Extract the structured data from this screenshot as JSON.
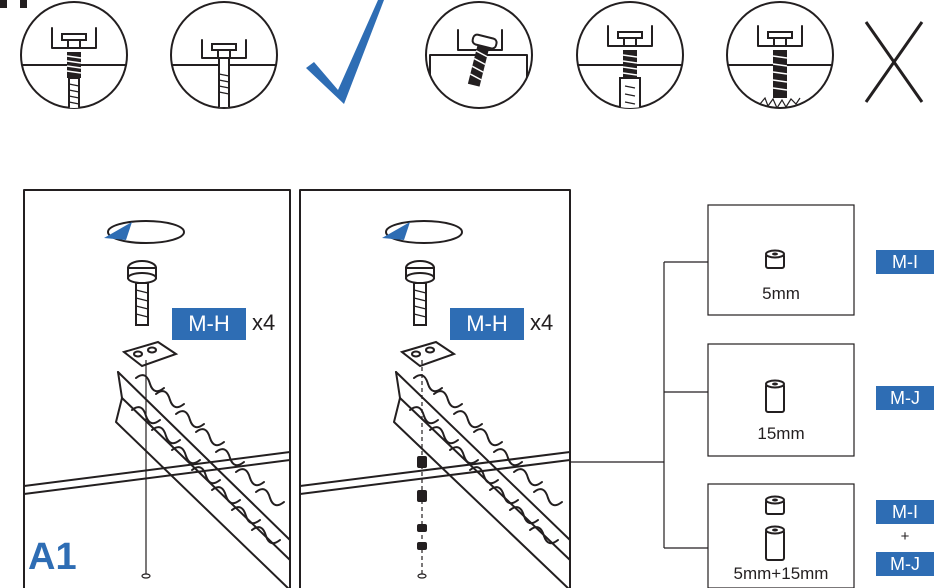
{
  "top_row": {
    "correct_icon": "check-mark-icon",
    "wrong_icon": "cross-mark-icon"
  },
  "panels": {
    "step_label": "A1",
    "part_code": "M-H",
    "quantity": "x4"
  },
  "spacers": [
    {
      "size": "5mm",
      "code_top": "M-I",
      "code_plus": "",
      "code_bottom": ""
    },
    {
      "size": "15mm",
      "code_top": "M-J",
      "code_plus": "",
      "code_bottom": ""
    },
    {
      "size": "5mm+15mm",
      "code_top": "M-I",
      "code_plus": "+",
      "code_bottom": "M-J"
    }
  ],
  "colors": {
    "accent": "#2e6db4",
    "ink": "#231f20"
  }
}
